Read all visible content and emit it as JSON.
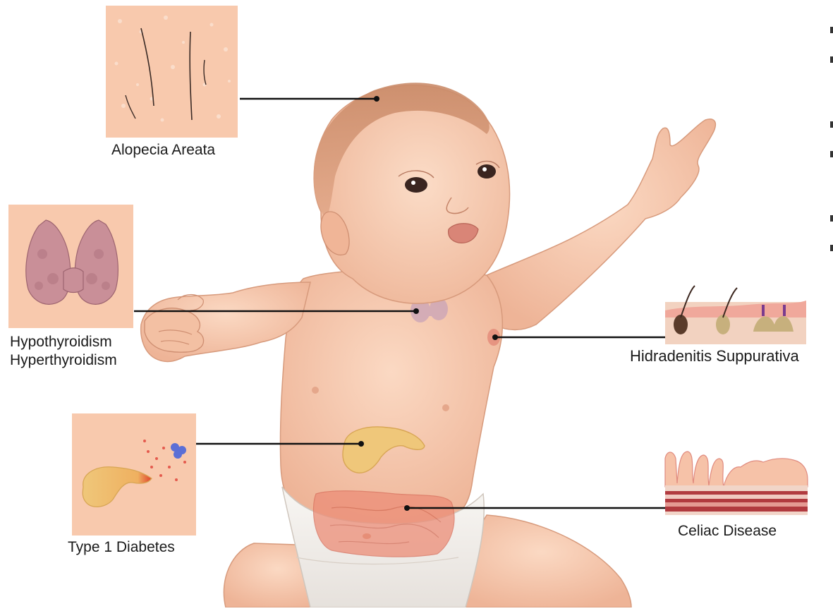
{
  "labels": {
    "alopecia": "Alopecia Areata",
    "thyroid_hypo": "Hypothyroidism",
    "thyroid_hyper": "Hyperthyroidism",
    "hidradenitis": "Hidradenitis Suppurativa",
    "diabetes": "Type 1 Diabetes",
    "celiac": "Celiac Disease"
  },
  "colors": {
    "skin": "#f6c9ae",
    "skin_shadow": "#e3a789",
    "panel_bg": "#f8c9ad",
    "leader_line": "#111111",
    "thyroid": "#c98f98",
    "pancreas": "#efc77a",
    "intestine": "#ec8d77",
    "diaper": "#f4f1ee",
    "villi_red": "#b13a3f"
  }
}
